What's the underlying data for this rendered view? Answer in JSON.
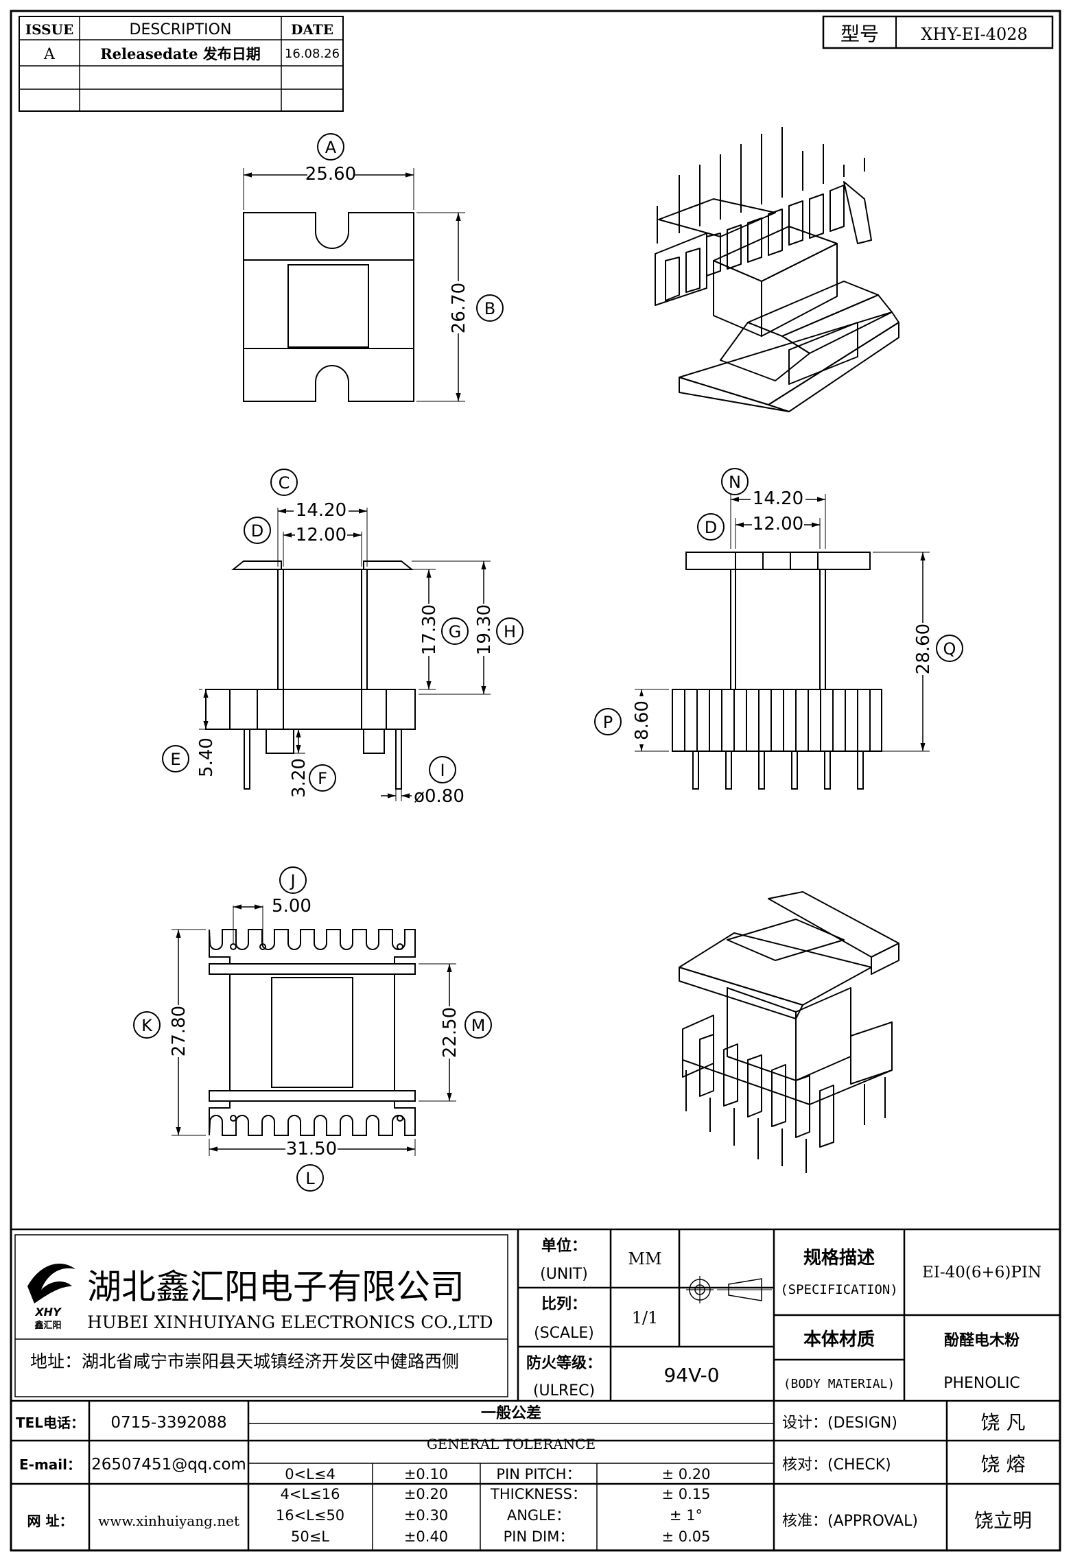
{
  "revision_block": {
    "headers": {
      "issue": "ISSUE",
      "description": "DESCRIPTION",
      "date": "DATE"
    },
    "rows": [
      {
        "issue": "A",
        "description": "Releasedate 发布日期",
        "date": "16.08.26"
      },
      {
        "issue": "",
        "description": "",
        "date": ""
      },
      {
        "issue": "",
        "description": "",
        "date": ""
      }
    ]
  },
  "model_box": {
    "label": "型号",
    "value": "XHY-EI-4028"
  },
  "views": {
    "top": {
      "width": "25.60",
      "width_tag": "A",
      "height": "26.70",
      "height_tag": "B"
    },
    "side": {
      "outer_width": "14.20",
      "outer_tag": "C",
      "inner_width": "12.00",
      "inner_tag": "D",
      "height_g": "17.30",
      "tag_g": "G",
      "height_h": "19.30",
      "tag_h": "H",
      "dim_e": "5.40",
      "tag_e": "E",
      "dim_f": "3.20",
      "tag_f": "F",
      "pin_dia": "ø0.80",
      "tag_i": "I"
    },
    "front": {
      "outer_width": "14.20",
      "outer_tag": "N",
      "inner_width": "12.00",
      "inner_tag": "D",
      "total_height": "28.60",
      "total_tag": "Q",
      "base_height": "8.60",
      "base_tag": "P"
    },
    "bottom": {
      "pitch": "5.00",
      "pitch_tag": "J",
      "length": "27.80",
      "length_tag": "K",
      "inner_length": "22.50",
      "inner_tag": "M",
      "width": "31.50",
      "width_tag": "L"
    }
  },
  "title_block": {
    "company_cn": "湖北鑫汇阳电子有限公司",
    "company_en": "HUBEI XINHUIYANG ELECTRONICS CO.,LTD",
    "logo_text": "XHY",
    "logo_sub": "鑫汇阳",
    "address": "地址：湖北省咸宁市崇阳县天城镇经济开发区中健路西侧",
    "unit_cn": "单位：",
    "unit_en": "(UNIT)",
    "unit_value": "MM",
    "scale_cn": "比列：",
    "scale_en": "(SCALE)",
    "scale_value": "1/1",
    "ulrec_cn": "防火等级：",
    "ulrec_en": "(ULREC)",
    "ulrec_value": "94V-0",
    "spec_cn": "规格描述",
    "spec_en": "(SPECIFICATION)",
    "spec_value": "EI-40(6+6)PIN",
    "material_cn": "本体材质",
    "material_en": "(BODY MATERIAL)",
    "material_cn_value": "酚醛电木粉",
    "material_en_value": "PHENOLIC",
    "tel_label": "TEL电话：",
    "tel_value": "0715-3392088",
    "email_label": "E-mail：",
    "email_value": "26507451@qq.com",
    "web_label": "网  址：",
    "web_value": "www.xinhuiyang.net",
    "tolerance_cn": "一般公差",
    "tolerance_en": "GENERAL TOLERANCE",
    "tolerance_rows": [
      {
        "range": "0<L≤4",
        "tol": "±0.10",
        "item": "PIN PITCH：",
        "value": "±  0.20"
      },
      {
        "range": "4<L≤16",
        "tol": "±0.20",
        "item": "THICKNESS：",
        "value": "±  0.15"
      },
      {
        "range": "16<L≤50",
        "tol": "±0.30",
        "item": "ANGLE：",
        "value": "±  1°"
      },
      {
        "range": "50≤L",
        "tol": "±0.40",
        "item": "PIN DIM：",
        "value": "±  0.05"
      }
    ],
    "design_label": "设计：(DESIGN)",
    "design_value": "饶  凡",
    "check_label": "核对：(CHECK)",
    "check_value": "饶  熔",
    "approval_label": "核准：(APPROVAL)",
    "approval_value": "饶立明"
  }
}
